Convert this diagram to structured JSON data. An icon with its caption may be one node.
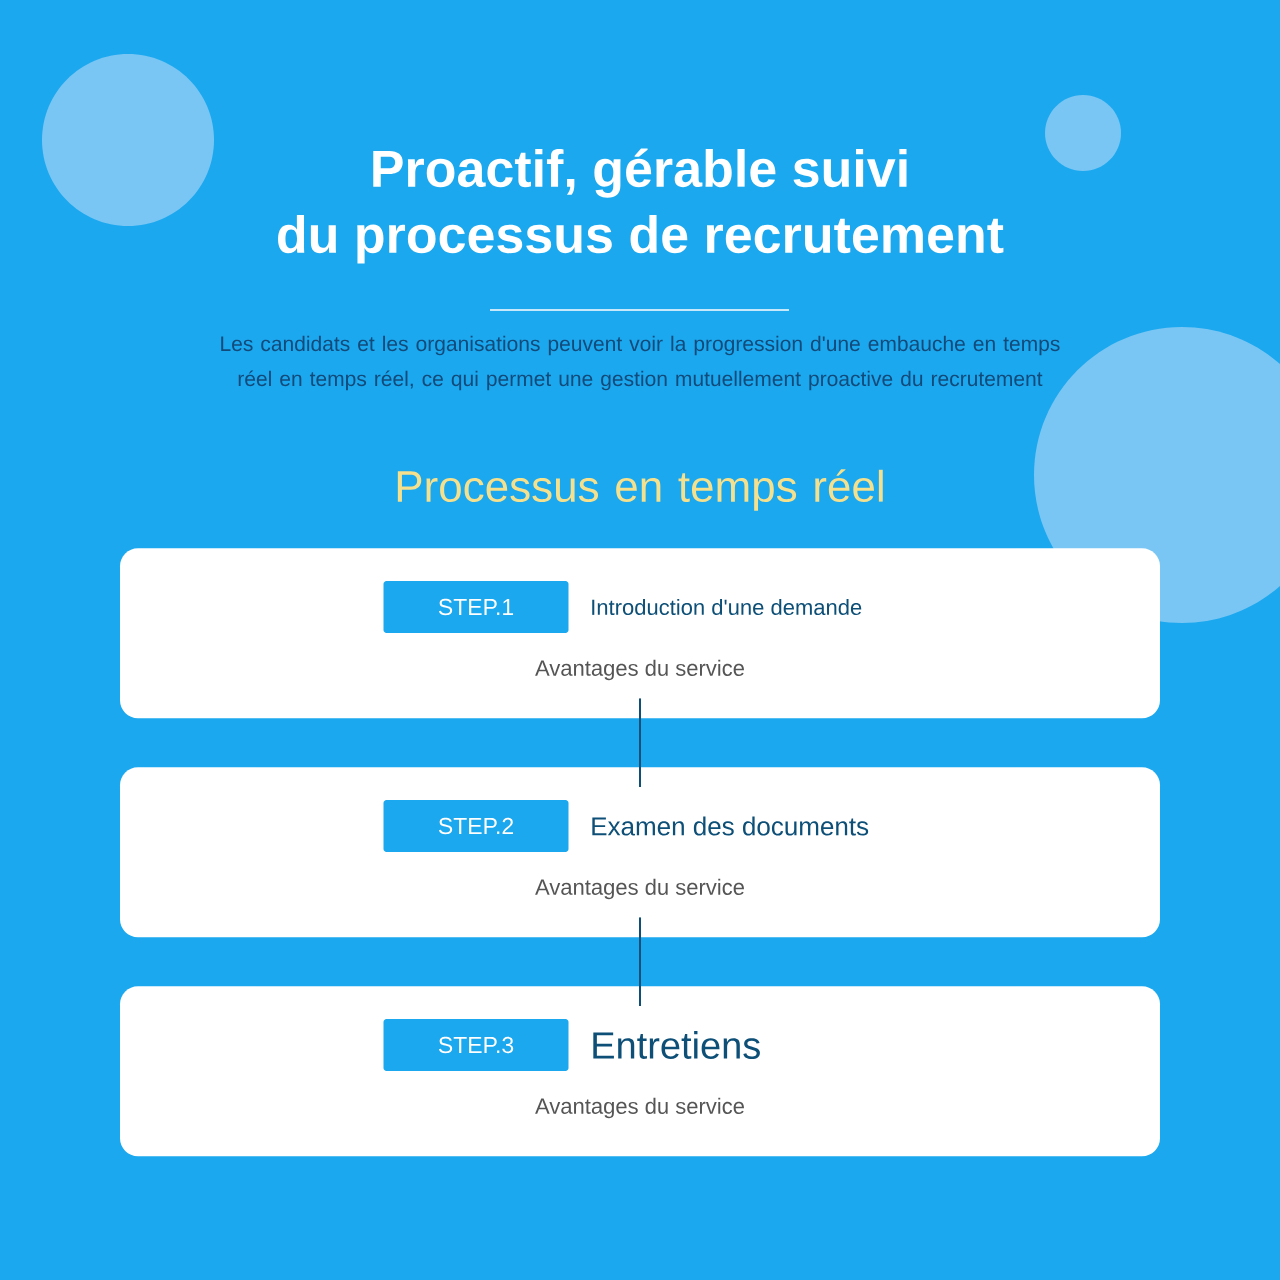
{
  "diagram": {
    "title": "Proactif, gérable suivi du processus de recrutement",
    "nodes": [
      {
        "text": [
          "Introduction d'une demande",
          "Avantages du service"
        ]
      },
      {
        "text": [
          "STEP.1"
        ],
        "in": 0
      },
      {
        "text": [
          "Examen des documents",
          "Avantages du service"
        ]
      },
      {
        "text": [
          "STEP.2"
        ],
        "in": 2
      },
      {
        "text": [
          "Entretiens",
          "Avantages du service"
        ]
      },
      {
        "text": [
          "STEP.3"
        ],
        "in": 4
      }
    ],
    "edges": [
      {
        "from": 0,
        "to": 2,
        "arrow": "none"
      },
      {
        "from": 2,
        "to": 4,
        "arrow": "none"
      }
    ],
    "labels": [
      "Les candidats et les organisations peuvent voir la progression d'une embauche en temps réel en temps réel, ce qui permet une gestion mutuellement proactive du recrutement",
      "Processus en temps réel"
    ]
  }
}
